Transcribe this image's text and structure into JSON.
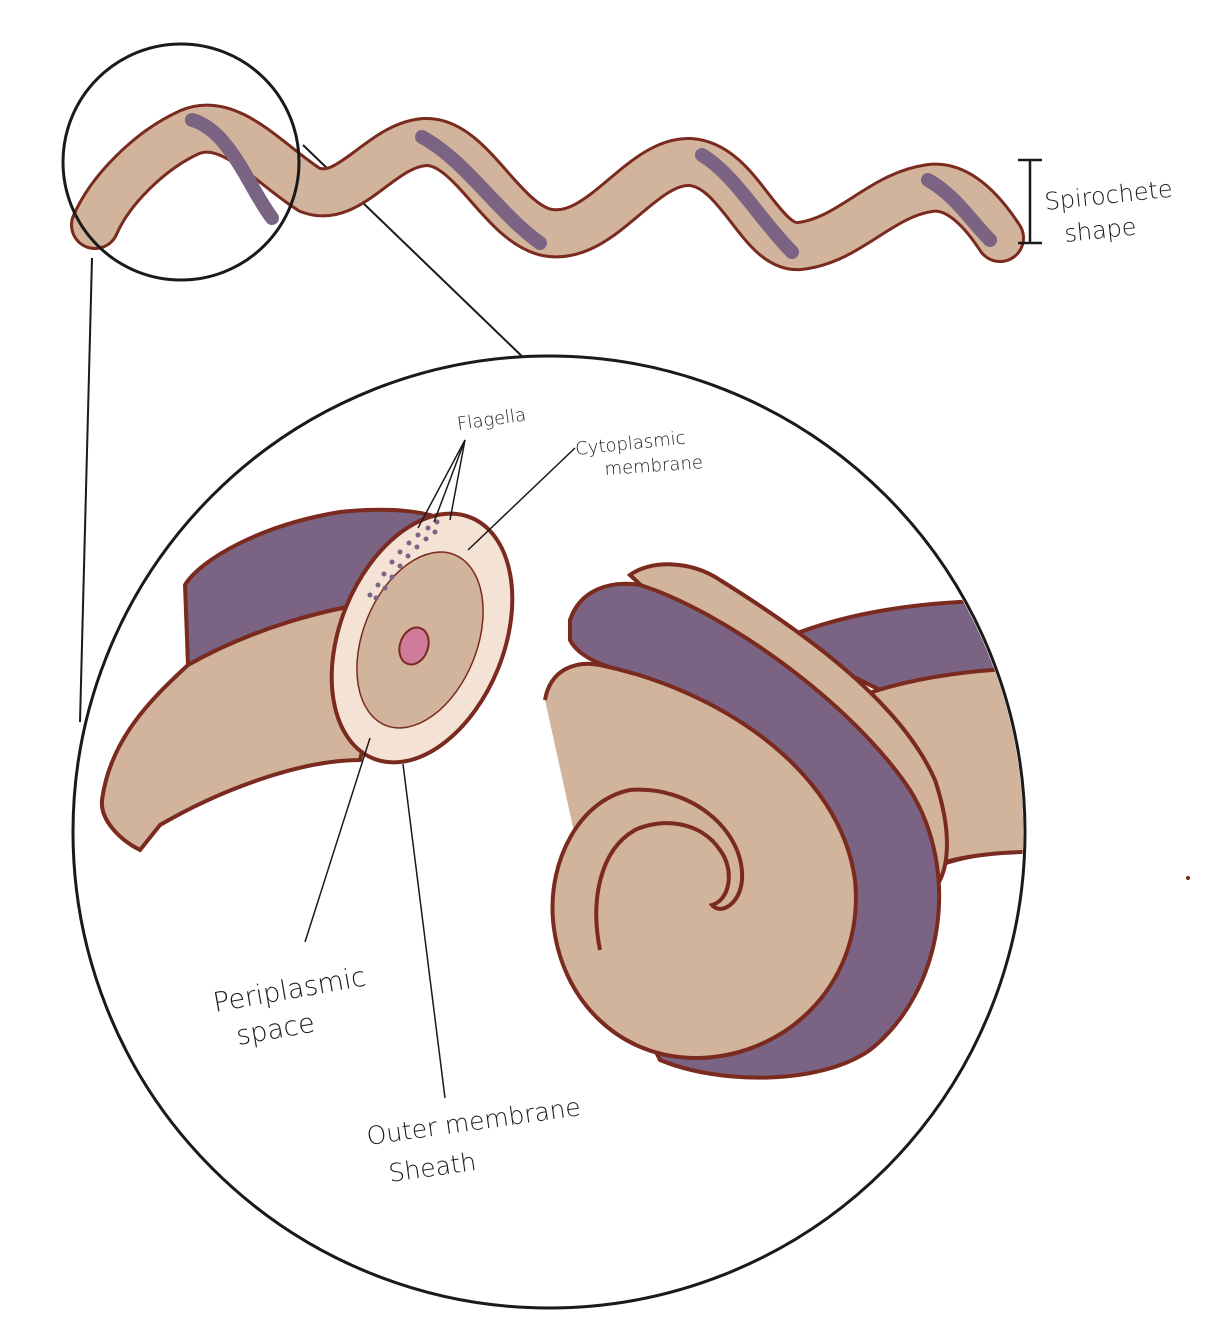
{
  "labels": {
    "spirochete_line1": "Spirochete",
    "spirochete_line2": "shape",
    "flagella": "Flagella",
    "cytoplasmic_line1": "Cytoplasmic",
    "cytoplasmic_line2": "membrane",
    "periplasmic_line1": "Periplasmic",
    "periplasmic_line2": "space",
    "outer_line1": "Outer membrane",
    "outer_line2": "Sheath"
  },
  "colors": {
    "body": "#d2b49c",
    "flagellum": "#7b6383",
    "outline": "#7a2a1e",
    "periplasm": "#f4e2d4",
    "nucleoid": "#d07a9c",
    "ink": "#1a1a1a"
  }
}
